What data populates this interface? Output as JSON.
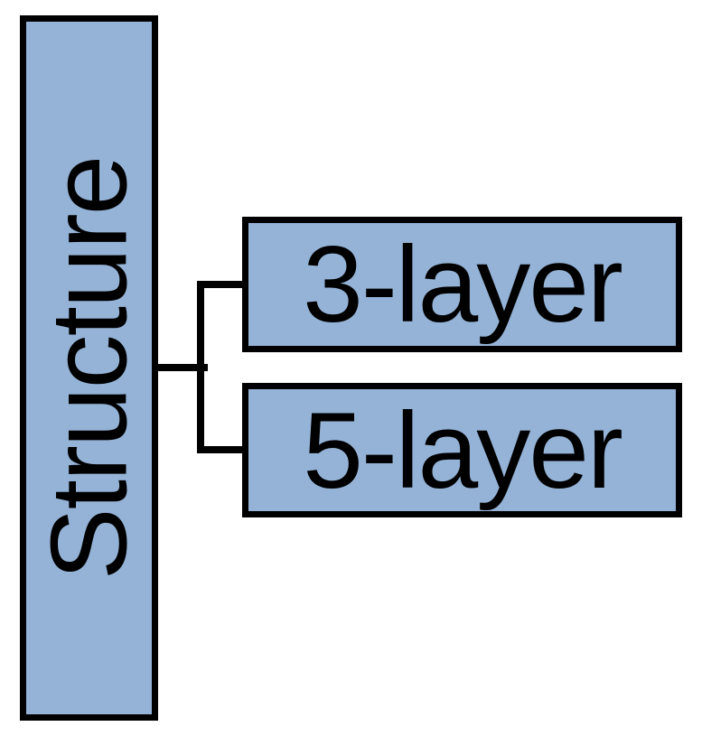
{
  "diagram": {
    "root": {
      "label": "Structure"
    },
    "children": [
      {
        "label": "3-layer"
      },
      {
        "label": "5-layer"
      }
    ]
  },
  "colors": {
    "box_fill": "#95b3d7",
    "box_border": "#000000",
    "text": "#000000",
    "background": "#ffffff"
  }
}
